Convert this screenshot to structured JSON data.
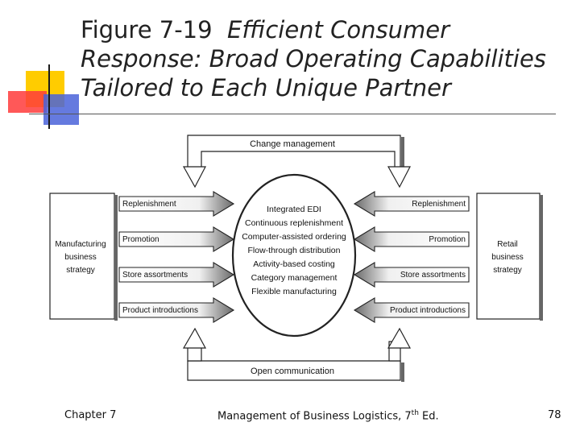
{
  "title": {
    "prefix": "Figure 7-19",
    "line1_italic": "Efficient Consumer",
    "line2": "Response:  Broad Operating Capabilities",
    "line3": "Tailored to Each Unique Partner"
  },
  "diagram": {
    "top_label": "Change management",
    "bottom_label": "Open communication",
    "left_box": [
      "Manufacturing",
      "business",
      "strategy"
    ],
    "right_box": [
      "Retail",
      "business",
      "strategy"
    ],
    "left_arrows": [
      "Replenishment",
      "Promotion",
      "Store assortments",
      "Product introductions"
    ],
    "right_arrows": [
      "Replenishment",
      "Promotion",
      "Store assortments",
      "Product introductions"
    ],
    "center_items": [
      "Integrated EDI",
      "Continuous replenishment",
      "Computer-assisted ordering",
      "Flow-through distribution",
      "Activity-based costing",
      "Category management",
      "Flexible manufacturing"
    ]
  },
  "footer": {
    "left": "Chapter 7",
    "center_main": "Management of Business Logistics, 7",
    "center_sup": "th",
    "center_end": " Ed.",
    "page": "78"
  }
}
